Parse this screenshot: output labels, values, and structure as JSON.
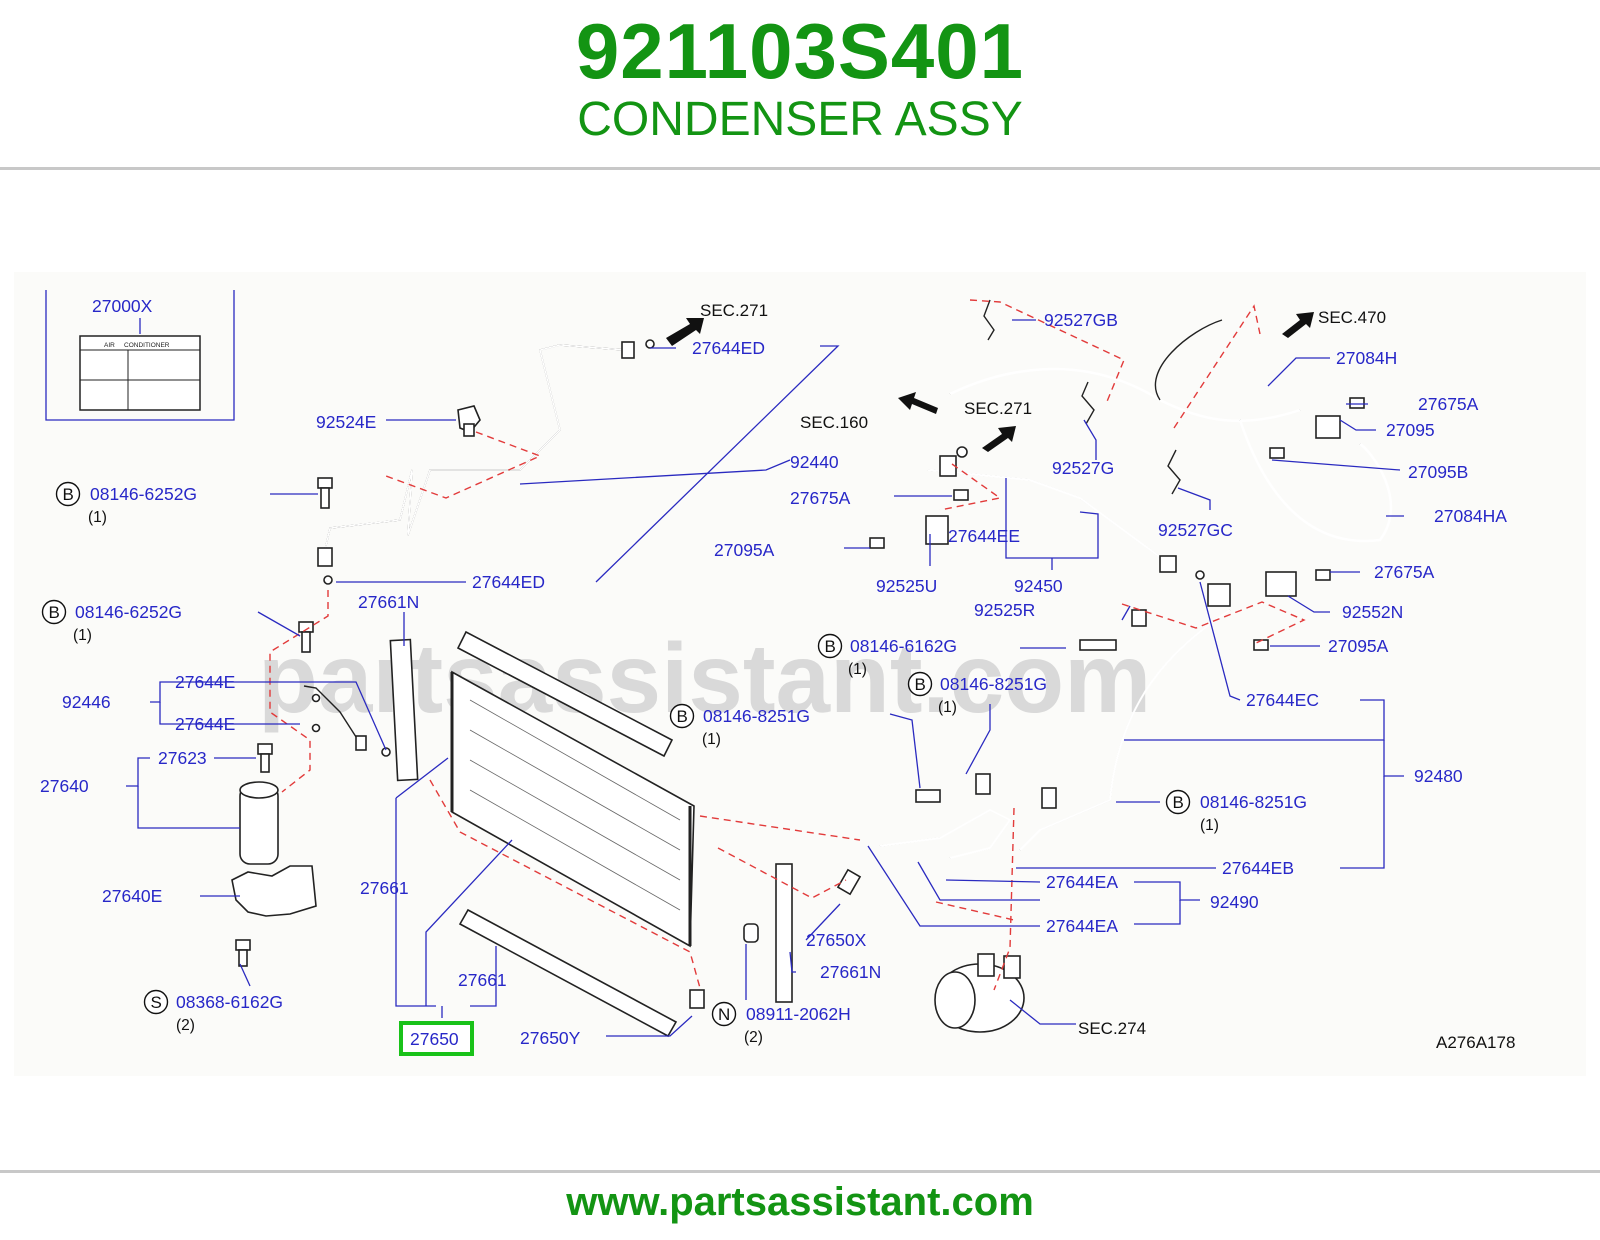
{
  "header": {
    "part_number": "921103S401",
    "part_name": "CONDENSER ASSY"
  },
  "footer": {
    "url": "www.partsassistant.com"
  },
  "diagram": {
    "watermark": "partsassistant.com",
    "figure_code": "A276A178",
    "highlight_color": "#19c219",
    "label_color": "#2727c8",
    "brand_color": "#139413",
    "label_box": {
      "air": "AIR",
      "conditioner": "CONDITIONER"
    },
    "refs": {
      "sec271_top": "SEC.271",
      "sec160": "SEC.160",
      "sec271_mid": "SEC.271",
      "sec470": "SEC.470",
      "sec274": "SEC.274"
    },
    "callouts": {
      "l27000X": "27000X",
      "l27644ED_a": "27644ED",
      "l92524E": "92524E",
      "l92440": "92440",
      "l08146_6252G_a": "08146-6252G",
      "l27644ED_b": "27644ED",
      "l08146_6252G_b": "08146-6252G",
      "l27661N_a": "27661N",
      "l27644E_a": "27644E",
      "l92446": "92446",
      "l27644E_b": "27644E",
      "l27623": "27623",
      "l27640": "27640",
      "l27640E": "27640E",
      "l27661_a": "27661",
      "l27661_b": "27661",
      "l08368_6162G": "08368-6162G",
      "l27650": "27650",
      "l27650Y": "27650Y",
      "l08911_2062H": "08911-2062H",
      "l27661N_b": "27661N",
      "l27650X": "27650X",
      "l08146_8251G_a": "08146-8251G",
      "l08146_6162G": "08146-6162G",
      "l08146_8251G_b": "08146-8251G",
      "l92527GB": "92527GB",
      "l92527G": "92527G",
      "l27675A_a": "27675A",
      "l27095A_a": "27095A",
      "l27644EE": "27644EE",
      "l92525U": "92525U",
      "l92450": "92450",
      "l92525R": "92525R",
      "l92527GC": "92527GC",
      "l27084H": "27084H",
      "l27675A_b": "27675A",
      "l27095": "27095",
      "l27095B": "27095B",
      "l27084HA": "27084HA",
      "l27675A_c": "27675A",
      "l92552N": "92552N",
      "l27095A_b": "27095A",
      "l27644EC": "27644EC",
      "l92480": "92480",
      "l08146_8251G_c": "08146-8251G",
      "l27644EB": "27644EB",
      "l27644EA_a": "27644EA",
      "l92490": "92490",
      "l27644EA_b": "27644EA"
    },
    "quantities": {
      "q_08146_6252G_a": "(1)",
      "q_08146_6252G_b": "(1)",
      "q_08368_6162G": "(2)",
      "q_08911_2062H": "(2)",
      "q_08146_8251G_a": "(1)",
      "q_08146_6162G": "(1)",
      "q_08146_8251G_b": "(1)",
      "q_08146_8251G_c": "(1)"
    },
    "badges": {
      "b1": "B",
      "b2": "B",
      "s1": "S",
      "n1": "N",
      "b3": "B",
      "b4": "B",
      "b5": "B",
      "b6": "B"
    }
  }
}
